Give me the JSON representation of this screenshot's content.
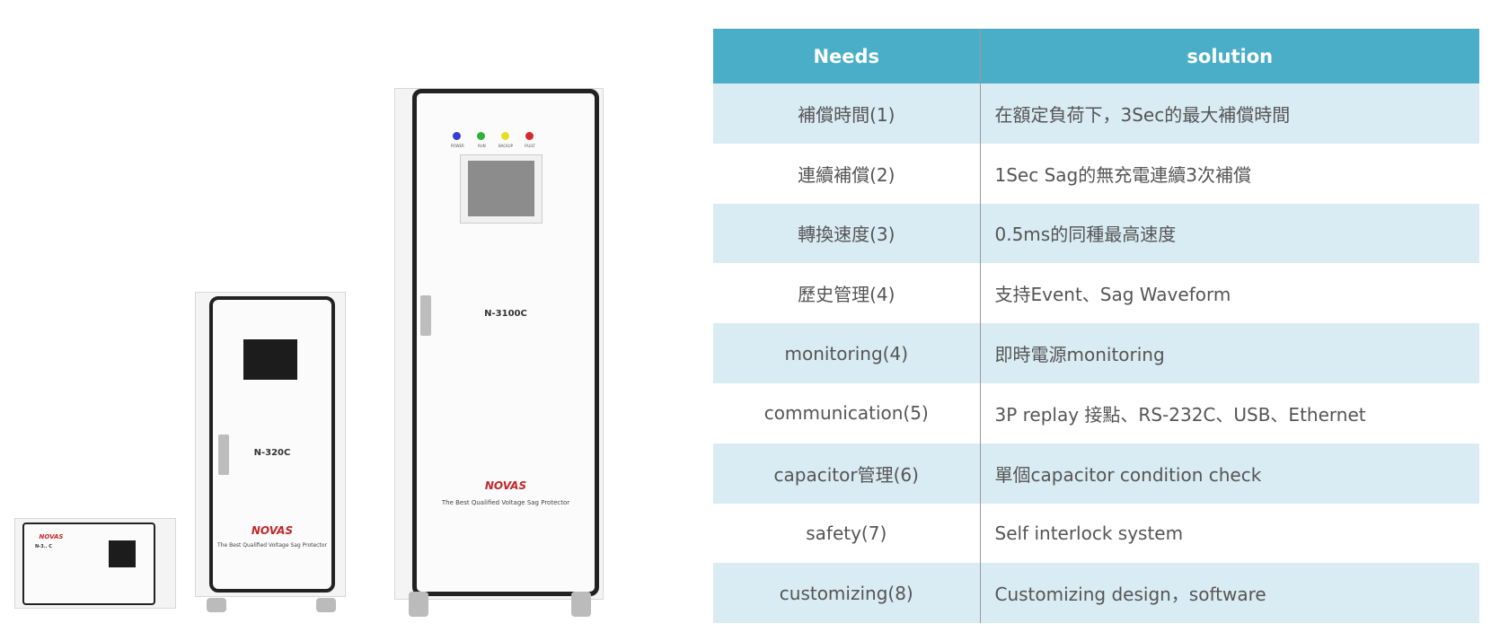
{
  "products": [
    {
      "model": "N-3.. C",
      "logo": "NOVAS",
      "size": "small"
    },
    {
      "model": "N-320C",
      "logo": "NOVAS",
      "tagline": "The Best Qualified Voltage Sag Protector",
      "size": "medium"
    },
    {
      "model": "N-3100C",
      "logo": "NOVAS",
      "tagline": "The Best Qualified Voltage Sag Protector",
      "size": "large",
      "indicators": [
        {
          "label": "POWER",
          "color": "#3b3bd6"
        },
        {
          "label": "RUN",
          "color": "#2db33a"
        },
        {
          "label": "BACKUP",
          "color": "#e6df2a"
        },
        {
          "label": "FAULT",
          "color": "#d62a2a"
        }
      ]
    }
  ],
  "table": {
    "headers": {
      "needs": "Needs",
      "solution": "solution"
    },
    "header_color": "#4aaec8",
    "alt_row_color": "#d9ebf3",
    "rows": [
      {
        "need": "補償時間(1)",
        "solution": "在額定負荷下，3Sec的最大補償時間"
      },
      {
        "need": "連續補償(2)",
        "solution": "1Sec Sag的無充電連續3次補償"
      },
      {
        "need": "轉換速度(3)",
        "solution": "0.5ms的同種最高速度"
      },
      {
        "need": "歷史管理(4)",
        "solution": "支持Event、Sag Waveform"
      },
      {
        "need": "monitoring(4)",
        "solution": "即時電源monitoring"
      },
      {
        "need": "communication(5)",
        "solution": "3P replay 接點、RS-232C、USB、Ethernet"
      },
      {
        "need": "capacitor管理(6)",
        "solution": "單個capacitor condition check"
      },
      {
        "need": "safety(7)",
        "solution": "Self interlock system"
      },
      {
        "need": "customizing(8)",
        "solution": "Customizing design，software"
      }
    ]
  }
}
